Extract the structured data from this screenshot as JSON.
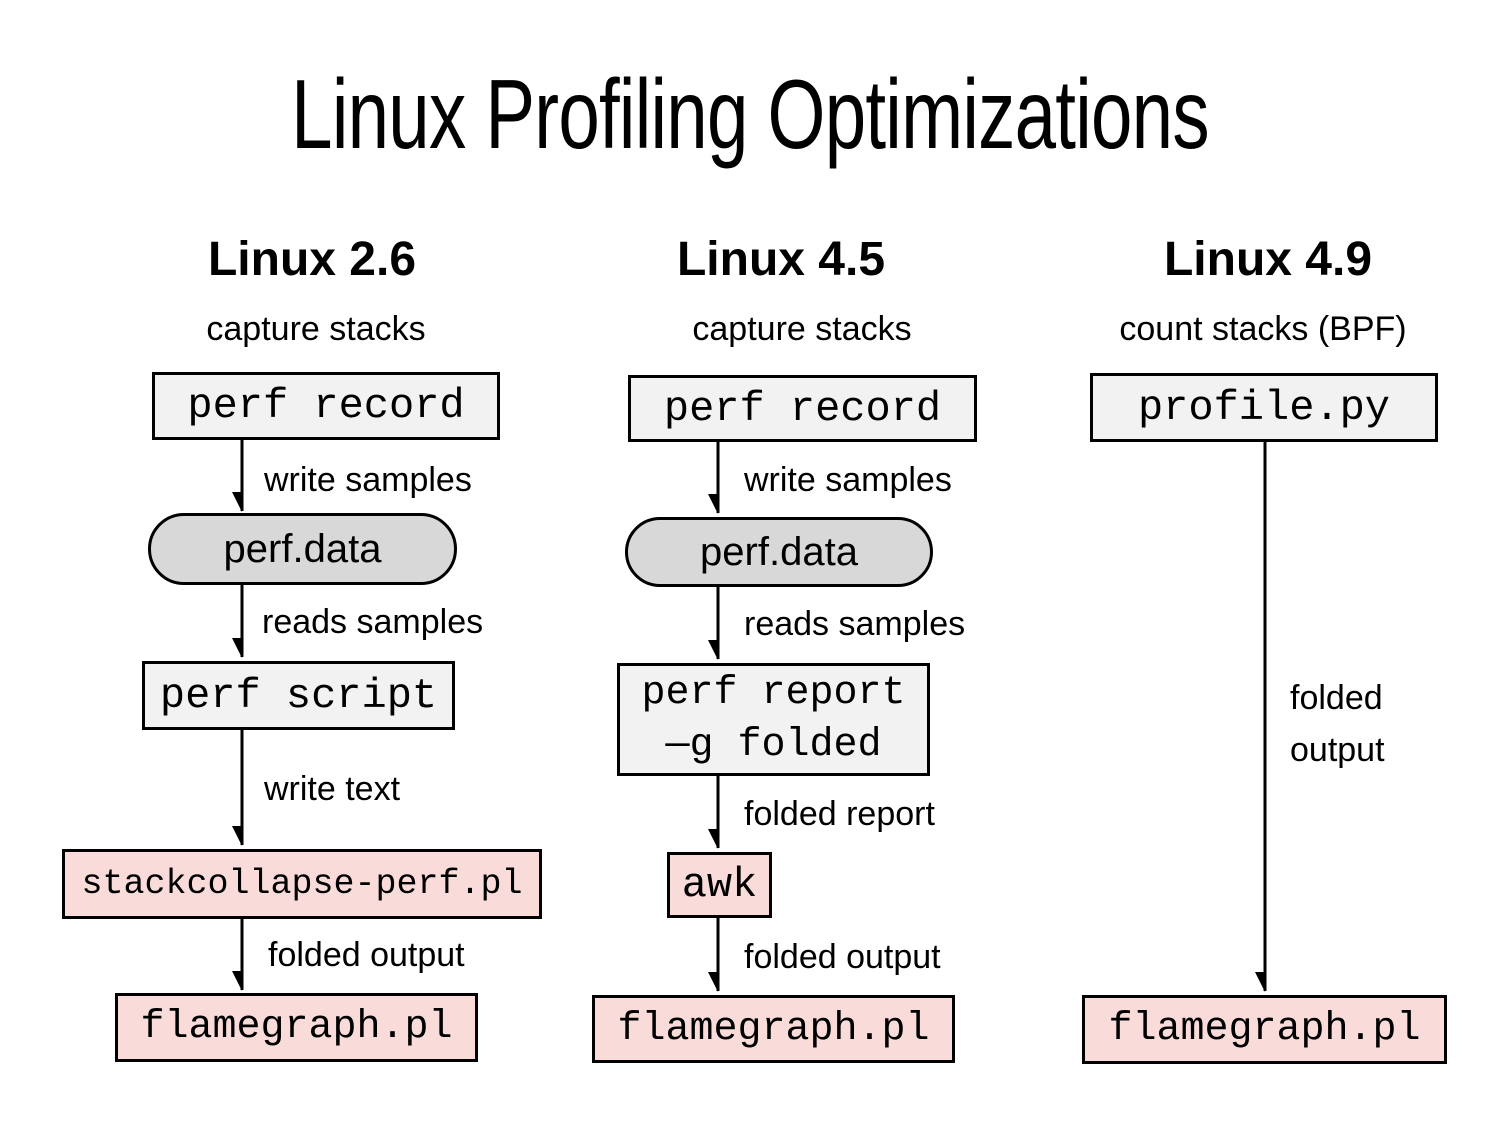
{
  "title": "Linux Profiling Optimizations",
  "colors": {
    "background": "#ffffff",
    "command_box_fill": "#f2f2f2",
    "data_file_fill": "#d8d8d8",
    "output_tool_fill": "#f9dcda",
    "border": "#000000",
    "text": "#000000"
  },
  "columns": [
    {
      "heading": "Linux 2.6",
      "top_label": "capture stacks",
      "nodes": [
        {
          "id": "perf-record",
          "label": "perf record"
        },
        {
          "id": "perf-data",
          "label": "perf.data"
        },
        {
          "id": "perf-script",
          "label": "perf script"
        },
        {
          "id": "stackcollapse-perf-pl",
          "label": "stackcollapse-perf.pl"
        },
        {
          "id": "flamegraph-pl",
          "label": "flamegraph.pl"
        }
      ],
      "edge_labels": [
        "write samples",
        "reads samples",
        "write text",
        "folded output"
      ]
    },
    {
      "heading": "Linux 4.5",
      "top_label": "capture stacks",
      "nodes": [
        {
          "id": "perf-record",
          "label": "perf record"
        },
        {
          "id": "perf-data",
          "label": "perf.data"
        },
        {
          "id": "perf-report-g-folded",
          "label_lines": [
            "perf report",
            "—g folded"
          ]
        },
        {
          "id": "awk",
          "label": "awk"
        },
        {
          "id": "flamegraph-pl",
          "label": "flamegraph.pl"
        }
      ],
      "edge_labels": [
        "write samples",
        "reads samples",
        "folded report",
        "folded output"
      ]
    },
    {
      "heading": "Linux 4.9",
      "top_label": "count stacks (BPF)",
      "nodes": [
        {
          "id": "profile-py",
          "label": "profile.py"
        },
        {
          "id": "flamegraph-pl",
          "label": "flamegraph.pl"
        }
      ],
      "edge_labels": [
        "folded output"
      ]
    }
  ]
}
